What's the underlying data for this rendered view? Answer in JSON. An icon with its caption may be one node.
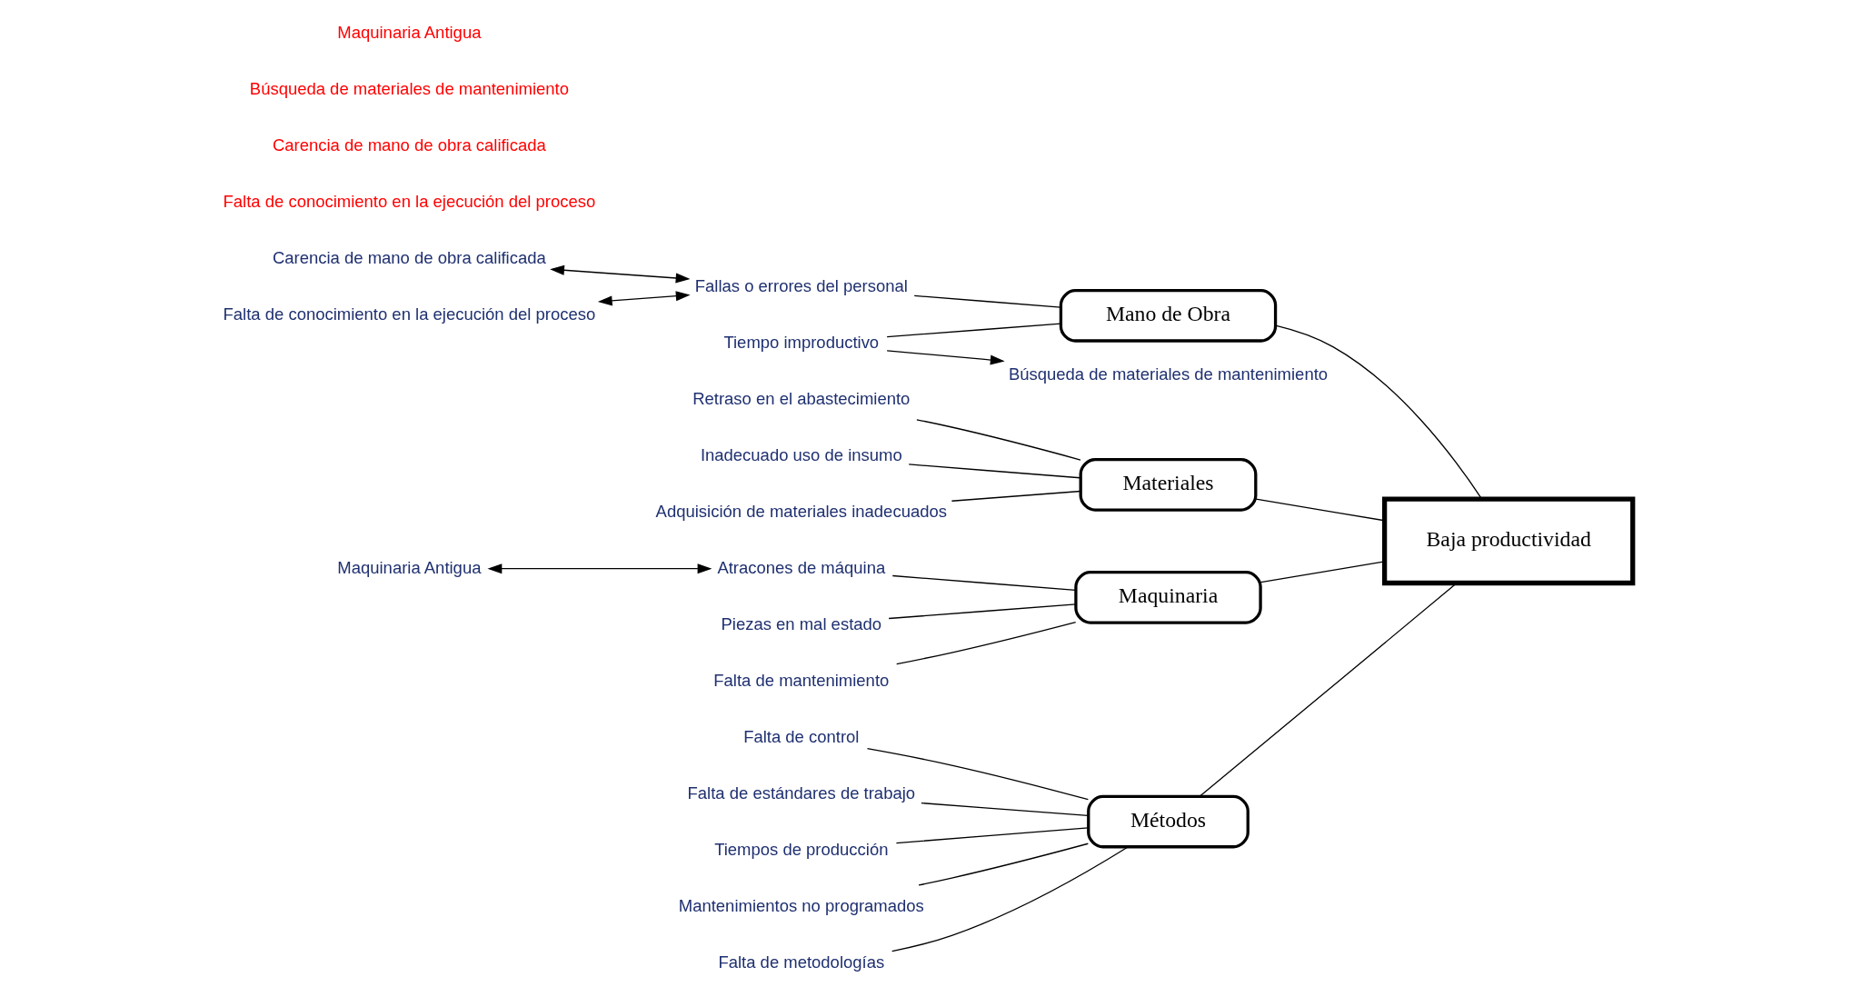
{
  "diagram": {
    "nodes": [
      {
        "text": [
          "Métodos"
        ]
      },
      {
        "text": [
          "Mano de Obra"
        ]
      },
      {
        "text": [
          "Baja productividad"
        ]
      },
      {
        "text": [
          "Materiales"
        ]
      },
      {
        "text": [
          "Maquinaria"
        ]
      },
      {
        "text": [
          "Falta de control"
        ]
      },
      {
        "text": [
          "Falta de estándares de trabajo"
        ]
      },
      {
        "text": [
          "Tiempo improductivo"
        ]
      },
      {
        "text": [
          "Fallas o errores del personal"
        ]
      },
      {
        "text": [
          "Carencia de mano de obra calificada"
        ]
      },
      {
        "text": [
          "Tiempos de producción"
        ]
      },
      {
        "text": [
          "Falta de conocimiento en la ejecución del proceso"
        ]
      },
      {
        "text": [
          "Carencia de mano de obra calificada"
        ]
      },
      {
        "text": [
          "Falta de conocimiento en la ejecución del proceso"
        ]
      },
      {
        "text": [
          "Búsqueda de materiales de mantenimiento"
        ]
      },
      {
        "text": [
          "Mantenimientos no programados"
        ]
      },
      {
        "text": [
          "Falta de metodologías"
        ]
      },
      {
        "text": [
          "Retraso en el abastecimiento"
        ]
      },
      {
        "text": [
          "Atracones de máquina"
        ]
      },
      {
        "text": [
          "Búsqueda de materiales de mantenimiento"
        ]
      },
      {
        "text": [
          "Inadecuado uso de insumo"
        ]
      },
      {
        "text": [
          "Maquinaria Antigua"
        ]
      },
      {
        "text": [
          "Adquisición de materiales inadecuados"
        ]
      },
      {
        "text": [
          "Piezas en mal estado"
        ]
      },
      {
        "text": [
          "Maquinaria Antigua"
        ]
      },
      {
        "text": [
          "Falta de mantenimiento"
        ]
      }
    ],
    "edges": [
      {
        "from": 0,
        "to": 2,
        "arrow": "none"
      },
      {
        "from": 1,
        "to": 2,
        "arrow": "none"
      },
      {
        "from": 3,
        "to": 2,
        "arrow": "none"
      },
      {
        "from": 4,
        "to": 2,
        "arrow": "none"
      },
      {
        "from": 5,
        "to": 0,
        "arrow": "none"
      },
      {
        "from": 6,
        "to": 0,
        "arrow": "none"
      },
      {
        "from": 10,
        "to": 0,
        "arrow": "none"
      },
      {
        "from": 15,
        "to": 0,
        "arrow": "none"
      },
      {
        "from": 16,
        "to": 0,
        "arrow": "none"
      },
      {
        "from": 7,
        "to": 1,
        "arrow": "none"
      },
      {
        "from": 8,
        "to": 1,
        "arrow": "none"
      },
      {
        "from": 17,
        "to": 3,
        "arrow": "none"
      },
      {
        "from": 20,
        "to": 3,
        "arrow": "none"
      },
      {
        "from": 22,
        "to": 3,
        "arrow": "none"
      },
      {
        "from": 18,
        "to": 4,
        "arrow": "none"
      },
      {
        "from": 23,
        "to": 4,
        "arrow": "none"
      },
      {
        "from": 25,
        "to": 4,
        "arrow": "none"
      },
      {
        "from": 7,
        "to": 14,
        "arrow": "to"
      },
      {
        "from": 9,
        "to": 8,
        "arrow": "both"
      },
      {
        "from": 13,
        "to": 8,
        "arrow": "both"
      },
      {
        "from": 21,
        "to": 18,
        "arrow": "both"
      }
    ]
  }
}
